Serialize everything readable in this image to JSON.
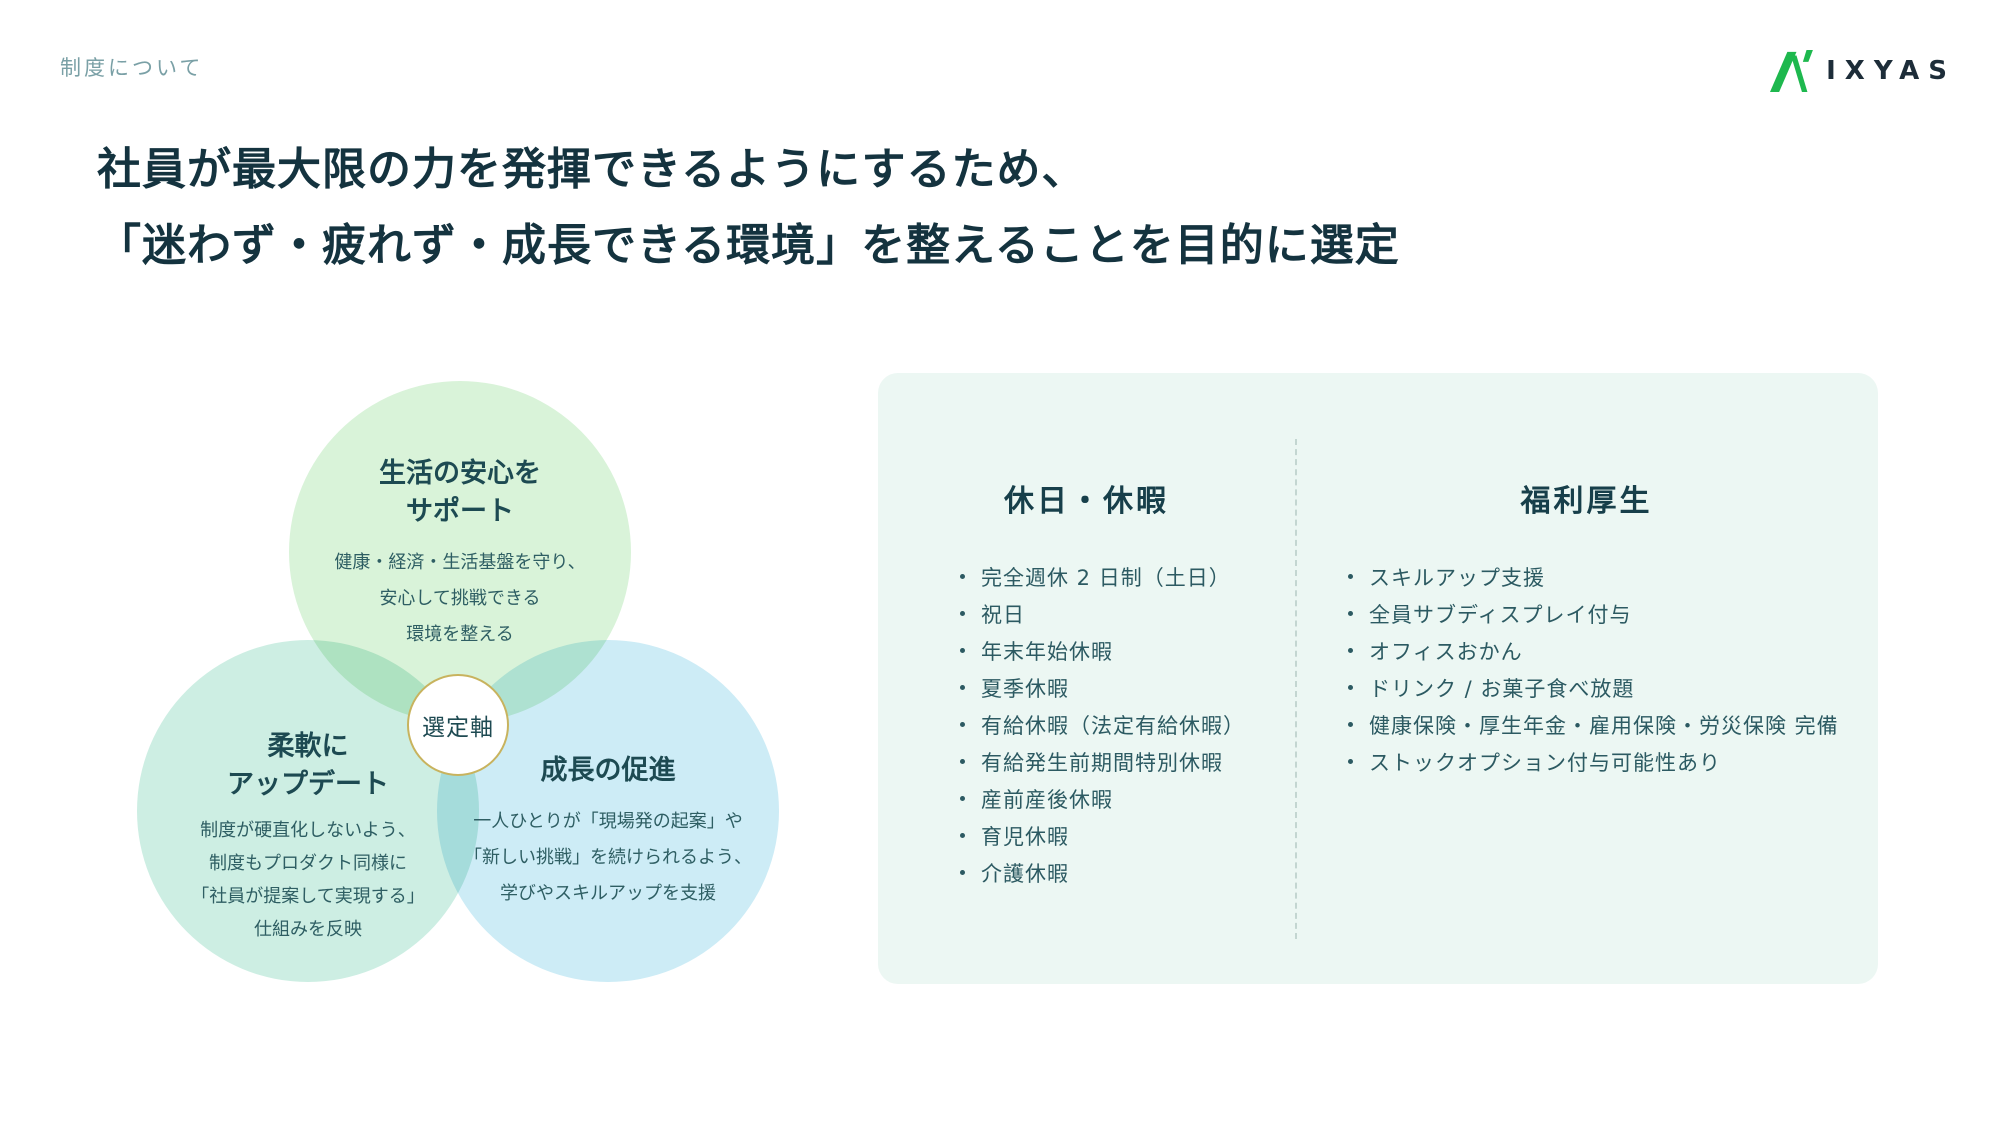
{
  "page": {
    "label": "制度について"
  },
  "logo": {
    "brand": "IXYAS"
  },
  "heading": {
    "line1": "社員が最大限の力を発揮できるようにするため、",
    "line2": "「迷わず・疲れず・成長できる環境」を整えることを目的に選定"
  },
  "venn": {
    "center_label": "選定軸",
    "circles": [
      {
        "id": "top",
        "color": "#d9f3d9",
        "title_lines": [
          "生活の安心を",
          "サポート"
        ],
        "desc_lines": [
          "健康・経済・生活基盤を守り、",
          "安心して挑戦できる",
          "環境を整える"
        ]
      },
      {
        "id": "left",
        "color": "#cdeee3",
        "title_lines": [
          "柔軟に",
          "アップデート"
        ],
        "desc_lines": [
          "制度が硬直化しないよう、",
          "制度もプロダクト同様に",
          "「社員が提案して実現する」",
          "仕組みを反映"
        ]
      },
      {
        "id": "right",
        "color": "#cdecf6",
        "title_lines": [
          "成長の促進"
        ],
        "desc_lines": [
          "一人ひとりが「現場発の起案」や",
          "「新しい挑戦」を続けられるよう、",
          "学びやスキルアップを支援"
        ]
      }
    ]
  },
  "panel": {
    "columns": [
      {
        "header": "休日・休暇",
        "items": [
          "完全週休 2 日制（土日）",
          "祝日",
          "年末年始休暇",
          "夏季休暇",
          "有給休暇（法定有給休暇）",
          "有給発生前期間特別休暇",
          "産前産後休暇",
          "育児休暇",
          "介護休暇"
        ]
      },
      {
        "header": "福利厚生",
        "items": [
          "スキルアップ支援",
          "全員サブディスプレイ付与",
          "オフィスおかん",
          "ドリンク / お菓子食べ放題",
          "健康保険・厚生年金・雇用保険・労災保険 完備",
          "ストックオプション付与可能性あり"
        ]
      }
    ]
  },
  "colors": {
    "accent_green": "#1eb84e",
    "logo_text": "#1d2d39",
    "label_text": "#7aa0a6",
    "heading_text": "#14333f",
    "panel_bg": "#ecf7f3",
    "panel_header": "#173f4a",
    "list_text": "#2c5a62",
    "badge_border": "#c8b35e"
  }
}
